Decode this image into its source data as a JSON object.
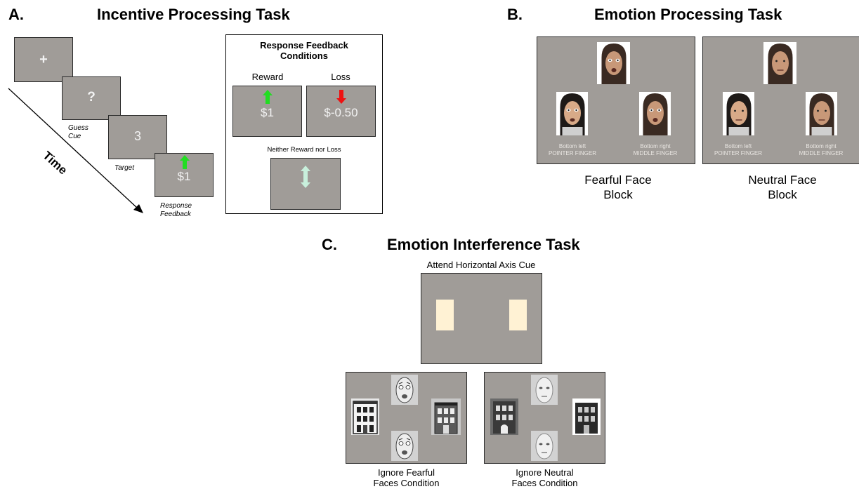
{
  "panelA": {
    "letter": "A.",
    "title": "Incentive Processing Task",
    "screens": {
      "fixation": "+",
      "guess": "?",
      "target": "3",
      "feedback": "$1"
    },
    "captions": {
      "guess_cue": "Guess\nCue",
      "target": "Target",
      "response_feedback": "Response\nFeedback"
    },
    "time_label": "Time",
    "feedback_box": {
      "title": "Response Feedback\nConditions",
      "reward_label": "Reward",
      "loss_label": "Loss",
      "reward_value": "$1",
      "loss_value": "$-0.50",
      "neither_label": "Neither Reward nor Loss"
    }
  },
  "panelB": {
    "letter": "B.",
    "title": "Emotion Processing Task",
    "left_finger": "Bottom left\nPOINTER FINGER",
    "right_finger": "Bottom right\nMIDDLE FINGER",
    "fearful_caption": "Fearful Face\nBlock",
    "neutral_caption": "Neutral Face\nBlock"
  },
  "panelC": {
    "letter": "C.",
    "title": "Emotion Interference Task",
    "cue_label": "Attend Horizontal Axis Cue",
    "fearful_caption": "Ignore Fearful\nFaces Condition",
    "neutral_caption": "Ignore Neutral\nFaces Condition"
  },
  "colors": {
    "screen_gray": "#a09c98",
    "reward_arrow": "#22dd22",
    "loss_arrow": "#ee1111",
    "neutral_arrow": "#c8f0dc",
    "cue_rect": "#fff2d4"
  }
}
